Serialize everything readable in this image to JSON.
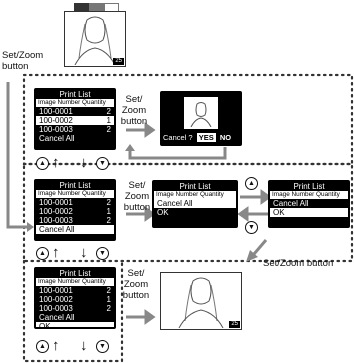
{
  "labels": {
    "set_zoom_top": "Set/Zoom\nbutton",
    "set_zoom_1": "Set/\nZoom\nbutton",
    "set_zoom_2": "Set/\nZoom\nbutton",
    "set_zoom_3": "Set/\nZoom\nbutton",
    "set_zoom_right": "Set/Zoom button"
  },
  "print_list": {
    "title": "Print List",
    "header": "Image Number Quantity",
    "rows": [
      {
        "num": "100-0001",
        "qty": "2"
      },
      {
        "num": "100-0002",
        "qty": "1"
      },
      {
        "num": "100-0003",
        "qty": "2"
      }
    ],
    "cancel": "Cancel All",
    "ok": "OK"
  },
  "dialog": {
    "prompt": "Cancel ?",
    "yes": "YES",
    "no": "NO"
  },
  "frame_badge": "25",
  "icons": {
    "up_button": "up-triangle-icon",
    "down_button": "down-triangle-icon",
    "up_arrow": "up-arrow-icon",
    "down_arrow": "down-arrow-icon"
  },
  "colors": {
    "screen_bg": "#000000",
    "highlight": "#ffffff",
    "dotted_border": "#333333"
  }
}
